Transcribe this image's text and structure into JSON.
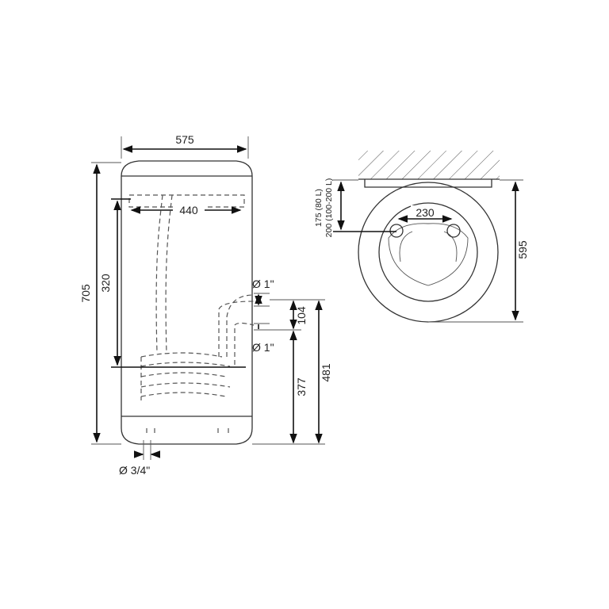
{
  "front_view": {
    "width_label": "575",
    "height_label": "705",
    "inner_width_label": "440",
    "inner_height_label": "320",
    "connection_top_label": "Ø 1\"",
    "connection_bottom_label": "Ø 1\"",
    "coil_spacing_label": "104",
    "lower_height_label": "377",
    "upper_height_label": "481",
    "drain_label": "Ø 3/4\""
  },
  "top_view": {
    "hole_spacing_label": "230",
    "wall_distance_label_1": "175 (80 L)",
    "wall_distance_label_2": "200 (100-200 L)",
    "depth_label": "595"
  }
}
